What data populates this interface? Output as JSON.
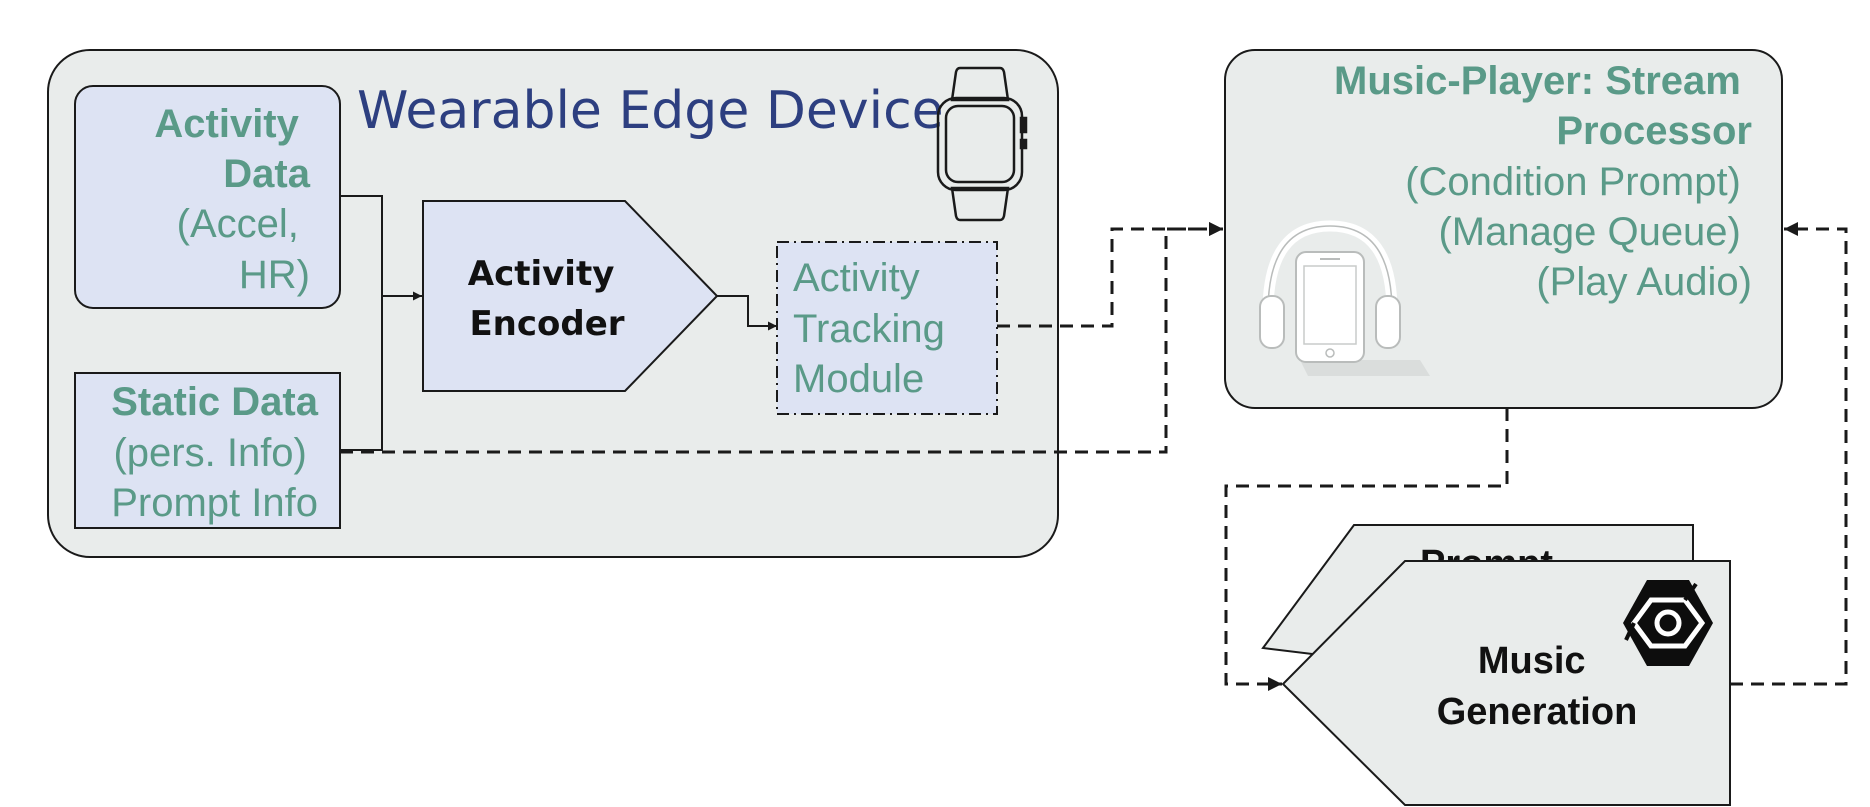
{
  "wearable": {
    "title": "Wearable Edge Device",
    "watch_icon": "smartwatch-icon"
  },
  "activity_data": {
    "heading": [
      "Activity",
      "Data"
    ],
    "detail": [
      "(Accel,",
      "HR)"
    ]
  },
  "static_data": {
    "heading": "Static Data",
    "detail": [
      "(pers. Info)",
      "Prompt Info"
    ]
  },
  "encoder": {
    "label": [
      "Activity",
      "Encoder"
    ]
  },
  "tracking": {
    "label": [
      "Activity",
      "Tracking",
      "Module"
    ]
  },
  "player": {
    "heading": [
      "Music-Player: Stream",
      "Processor"
    ],
    "detail": [
      "(Condition Prompt)",
      "(Manage Queue)",
      "(Play Audio)"
    ],
    "icon": "headphones-phone-icon"
  },
  "generation": {
    "back_label": "Prompt",
    "label": [
      "Music",
      "Generation"
    ],
    "icon": "hexagon-logo-icon"
  },
  "colors": {
    "panel": "#e9eceb",
    "node": "#dde3f3",
    "teal_text": "#5a9a88",
    "title_navy": "#2d3f80",
    "stroke": "#1a1a1a"
  }
}
